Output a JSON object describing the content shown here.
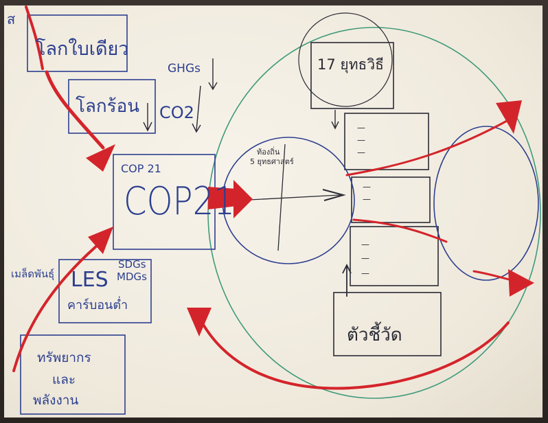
{
  "corner_mark": "ส",
  "boxes": {
    "one_world": "โลกใบเดียว",
    "hot_world": "โลกร้อน",
    "co2": "CO2",
    "ghgs": "GHGs",
    "cop21_small": "COP 21",
    "cop21_big": "COP21",
    "les": "LES",
    "sdgs": "SDGs",
    "mdgs": "MDGs",
    "low_carbon": "คาร์บอนต่ำ",
    "seed_label": "เมล็ดพันธุ์",
    "resources_1": "ทรัพยากร",
    "resources_2": "และ",
    "resources_3": "พลังงาน",
    "strategy": "17 ยุทธวิธี",
    "indicator": "ตัวชี้วัด",
    "inner_circle_1": "ท้องถิ่น",
    "inner_circle_2": "5 ยุทธศาสตร์",
    "dash": "—"
  },
  "colors": {
    "paper": "#efe9dc",
    "pen_blue": "#2c3f8f",
    "pen_red": "#d4242b",
    "pen_green": "#3f9a7a",
    "pen_black": "#2a2a35"
  }
}
